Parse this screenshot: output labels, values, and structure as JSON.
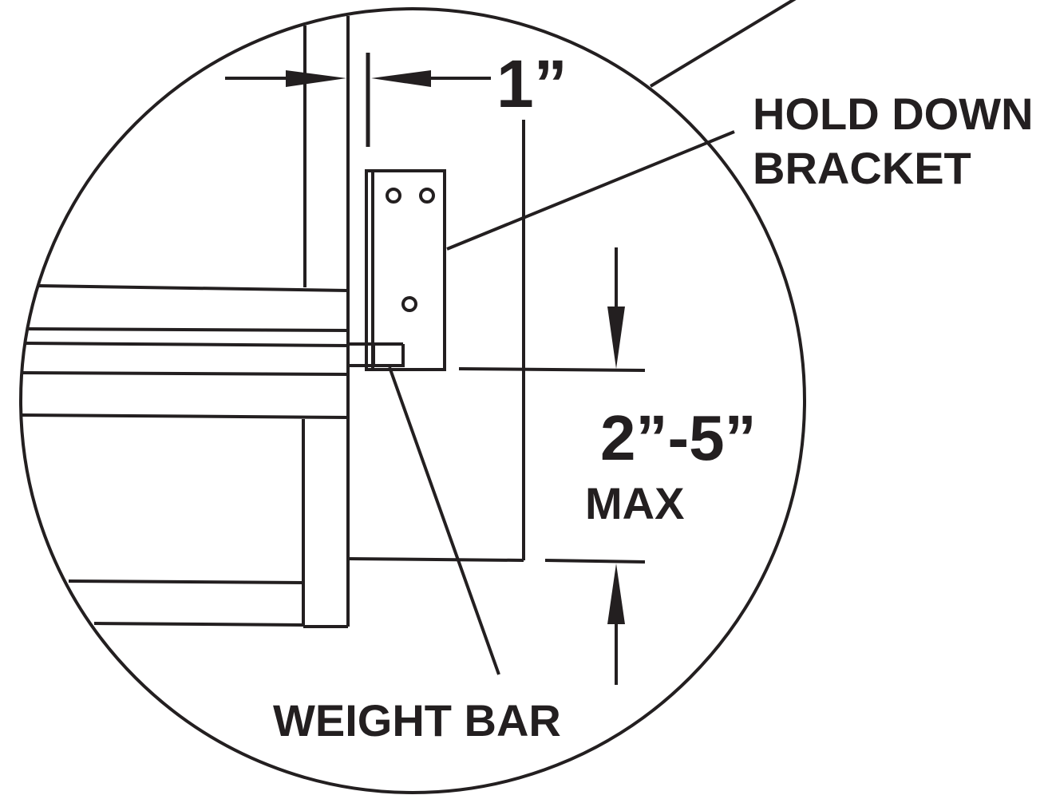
{
  "labels": {
    "hold_down_line1": "HOLD DOWN",
    "hold_down_line2": "BRACKET",
    "weight_bar": "WEIGHT BAR",
    "gap_dimension": "1”",
    "range_dimension": "2”-5”",
    "range_qualifier": "MAX"
  },
  "colors": {
    "ink": "#231f20",
    "background": "#ffffff"
  }
}
